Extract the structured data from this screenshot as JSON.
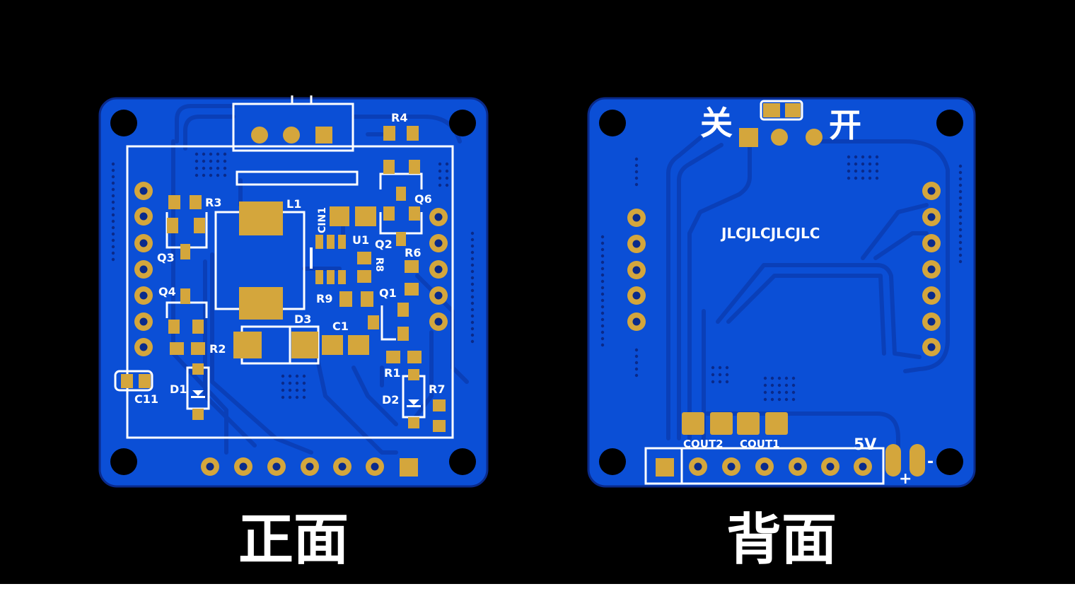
{
  "colors": {
    "background": "#000000",
    "board": "#0b4fd6",
    "board_edge": "#0a2a8a",
    "trace": "#0a3fb8",
    "pad": "#d4a63c",
    "silkscreen": "#ffffff",
    "hole": "#000000"
  },
  "front": {
    "caption": "正面",
    "labels": {
      "r4": "R4",
      "r3": "R3",
      "l1": "L1",
      "cin1": "CIN1",
      "q6": "Q6",
      "u1": "U1",
      "q2": "Q2",
      "r6": "R6",
      "q3": "Q3",
      "r8": "R8",
      "q4": "Q4",
      "r9": "R9",
      "q1": "Q1",
      "d3": "D3",
      "c1": "C1",
      "r2": "R2",
      "r1": "R1",
      "d1": "D1",
      "c11": "C11",
      "d2": "D2",
      "r7": "R7"
    }
  },
  "back": {
    "caption": "背面",
    "labels": {
      "off": "关",
      "on": "开",
      "jlc": "JLCJLCJLCJLC",
      "cout2": "COUT2",
      "cout1": "COUT1",
      "v5": "5V",
      "plus": "+",
      "minus": "-"
    }
  }
}
